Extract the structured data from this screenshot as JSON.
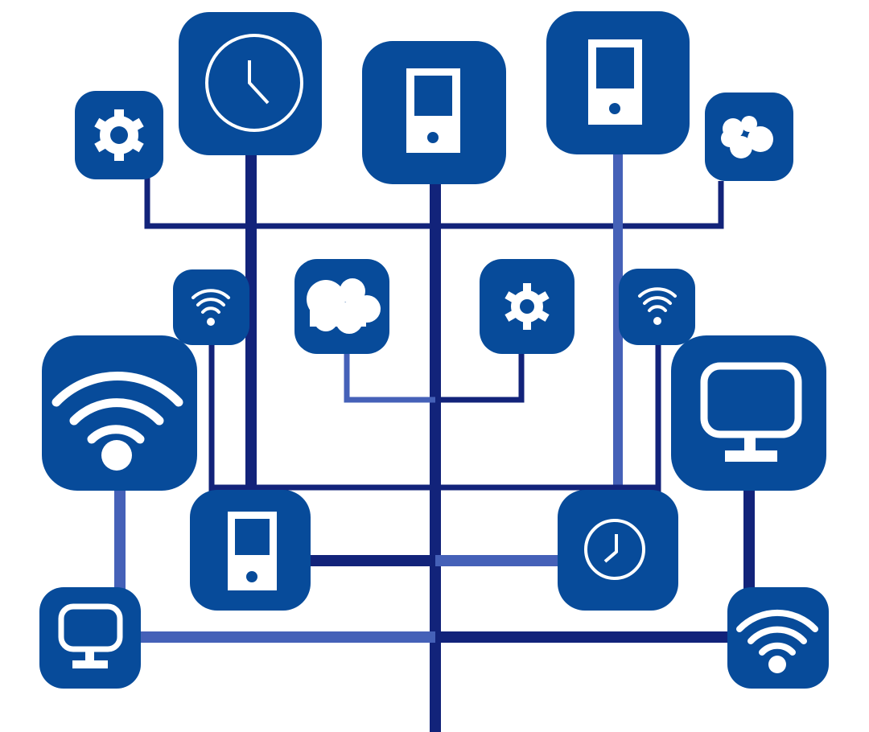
{
  "colors": {
    "tile": "#074B9A",
    "line_dark": "#12237A",
    "line_light": "#4561B8",
    "glyph": "#ffffff",
    "background": "#ffffff"
  },
  "tiles": [
    {
      "id": "gear-top-left",
      "icon": "gear-icon"
    },
    {
      "id": "clock-top",
      "icon": "clock-icon"
    },
    {
      "id": "phone-top-center",
      "icon": "phone-icon"
    },
    {
      "id": "phone-top-right",
      "icon": "phone-icon"
    },
    {
      "id": "cloud-top-right",
      "icon": "cloud-icon"
    },
    {
      "id": "wifi-mid-left-small",
      "icon": "wifi-icon"
    },
    {
      "id": "cloud-center",
      "icon": "cloud-icon"
    },
    {
      "id": "gear-center",
      "icon": "gear-icon"
    },
    {
      "id": "wifi-mid-right-small",
      "icon": "wifi-icon"
    },
    {
      "id": "wifi-large-left",
      "icon": "wifi-icon"
    },
    {
      "id": "monitor-large-right",
      "icon": "monitor-icon"
    },
    {
      "id": "phone-bottom-left",
      "icon": "phone-icon"
    },
    {
      "id": "clock-bottom-right",
      "icon": "clock-icon"
    },
    {
      "id": "monitor-bottom-left",
      "icon": "monitor-icon"
    },
    {
      "id": "wifi-bottom-right",
      "icon": "wifi-icon"
    }
  ]
}
